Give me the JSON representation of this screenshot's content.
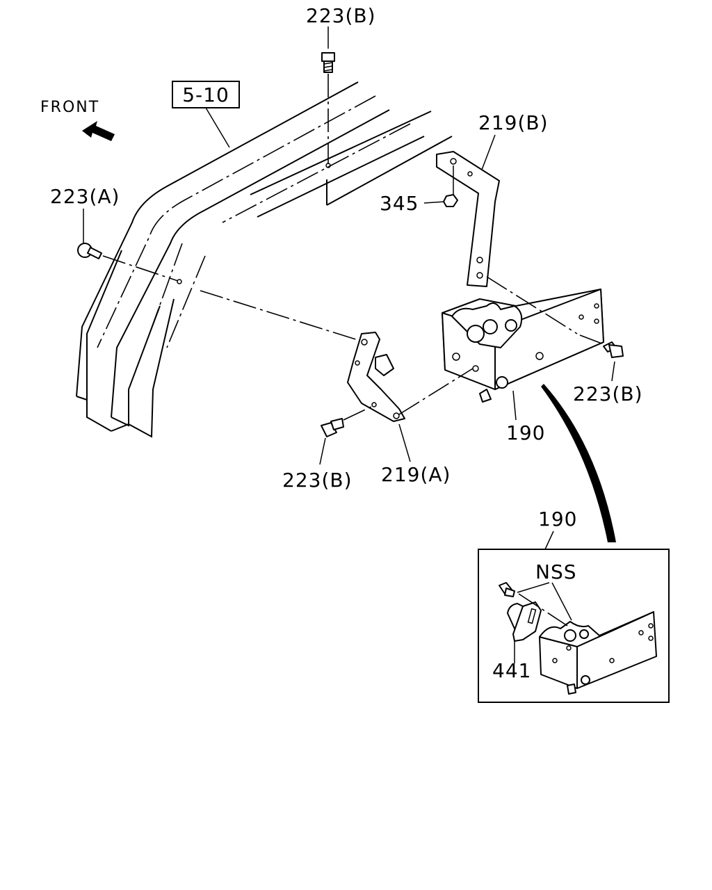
{
  "labels": {
    "top_bolt": "223(B)",
    "ref_box": "5-10",
    "front": "FRONT",
    "left_bolt": "223(A)",
    "bracket_b": "219(B)",
    "nut": "345",
    "right_bolt": "223(B)",
    "assembly": "190",
    "bottom_bolt": "223(B)",
    "bracket_a": "219(A)",
    "detail_assembly": "190",
    "nss": "NSS",
    "detail_part": "441"
  },
  "icons": {
    "front_arrow": "front-direction-arrow-icon"
  }
}
